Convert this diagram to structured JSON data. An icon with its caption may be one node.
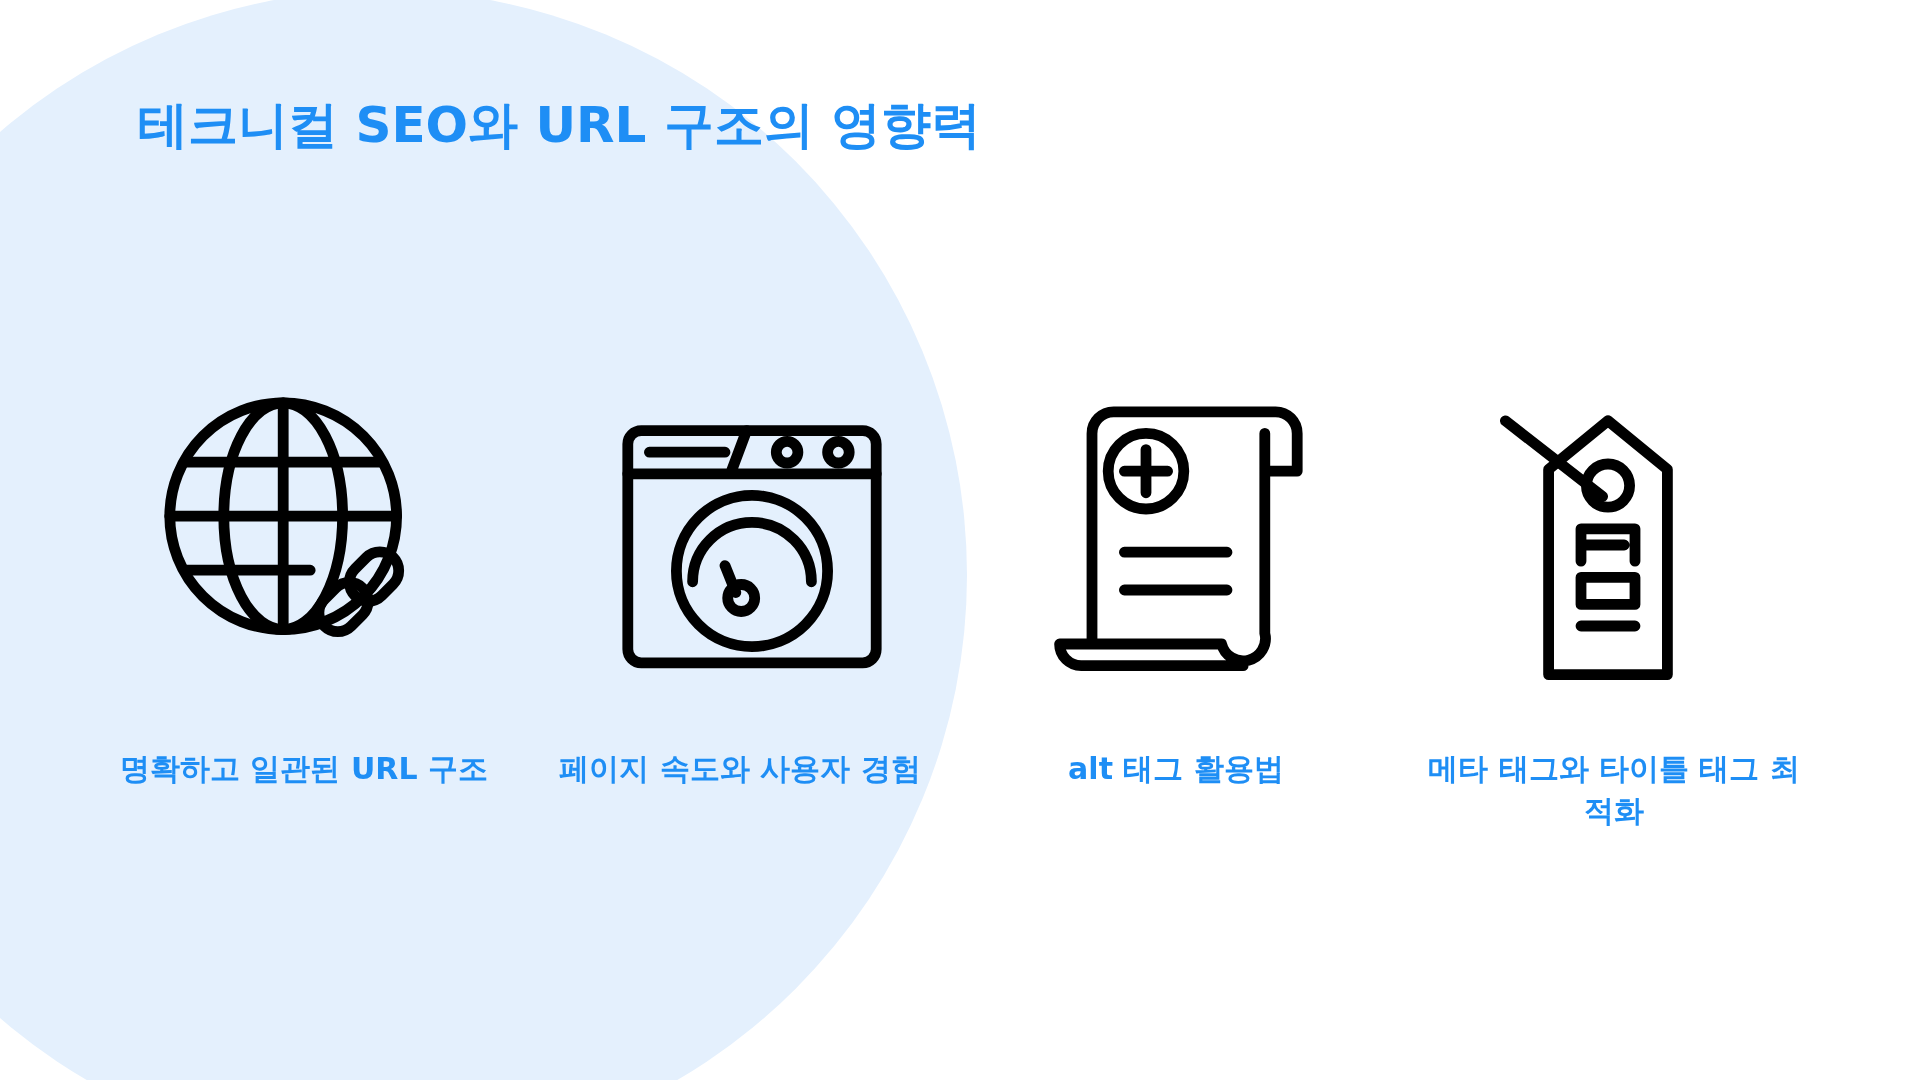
{
  "diagram": {
    "title": "테크니컬 SEO와 URL 구조의 영향력",
    "labels": [
      "명확하고 일관된 URL 구조",
      "페이지 속도와 사용자 경험",
      "alt 태그 활용법",
      "메타 태그와 타이틀 태그 최적화"
    ]
  }
}
